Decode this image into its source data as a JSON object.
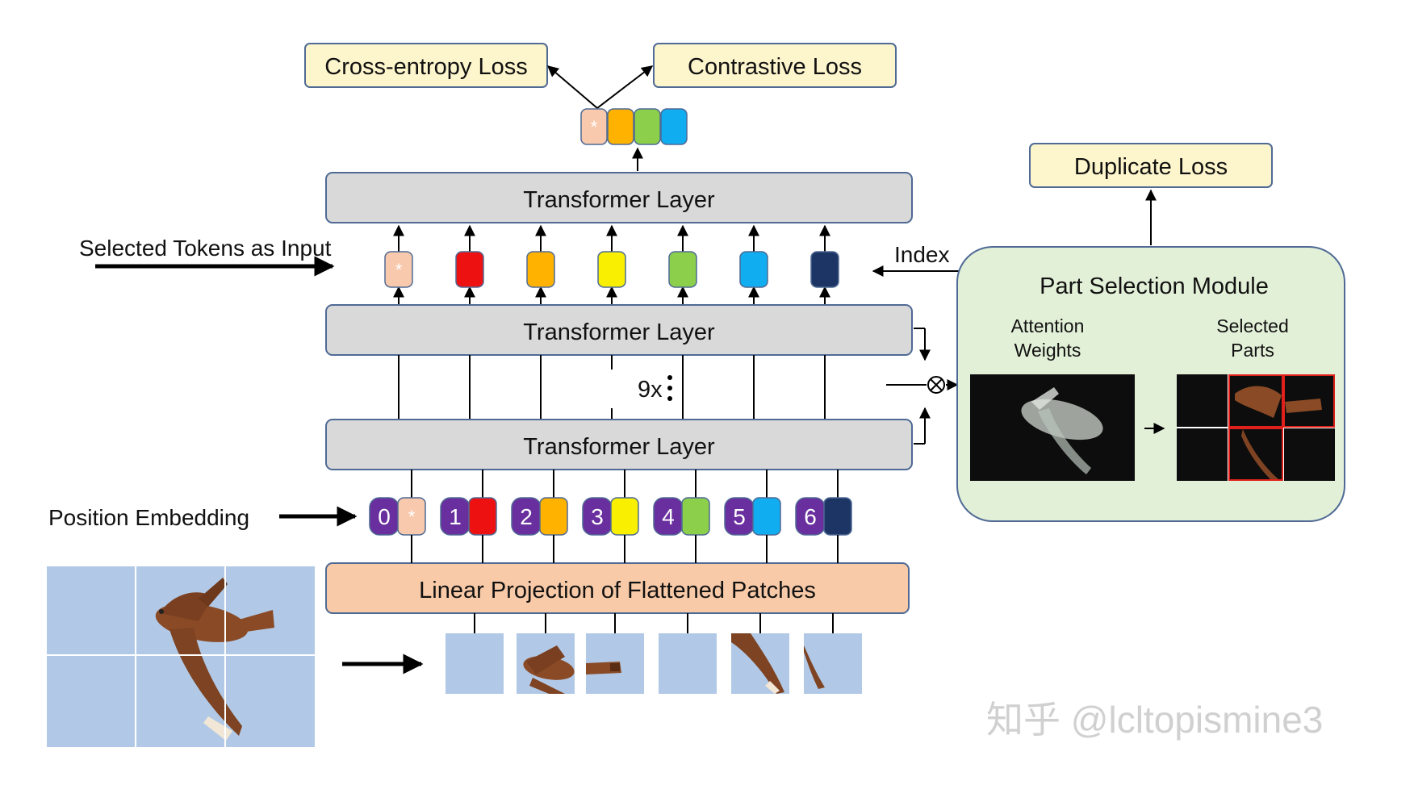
{
  "losses": {
    "cross_entropy": "Cross-entropy Loss",
    "contrastive": "Contrastive Loss",
    "duplicate": "Duplicate Loss"
  },
  "layers": {
    "transformer": "Transformer Layer",
    "linear_projection": "Linear Projection of Flattened Patches",
    "repeat": "9x"
  },
  "labels": {
    "selected_tokens": "Selected Tokens as Input",
    "position_embedding": "Position Embedding",
    "index": "Index",
    "cls_symbol": "*",
    "otimes": "⊗"
  },
  "psm": {
    "title": "Part Selection Module",
    "attention_line1": "Attention",
    "attention_line2": "Weights",
    "selected_line1": "Selected",
    "selected_line2": "Parts"
  },
  "positions": [
    "0",
    "1",
    "2",
    "3",
    "4",
    "5",
    "6"
  ],
  "colors": {
    "cls": "#f9c9ad",
    "tokens": [
      "#f9c9ad",
      "#ee1111",
      "#ffb300",
      "#f8f000",
      "#8ccf4a",
      "#10aef0",
      "#1c3565"
    ],
    "position_badge": "#6a2f9e",
    "loss_box": "#fdf5cc",
    "layer_box": "#d9d9d9",
    "projection_box": "#f8caa8",
    "psm_bg": "#e3f0d8",
    "border": "#4f6a95",
    "sky": "#b1c9e6",
    "bird": "#8a4a26",
    "selection_border": "#e0201a"
  },
  "watermark": "知乎 @lcltopismine3"
}
